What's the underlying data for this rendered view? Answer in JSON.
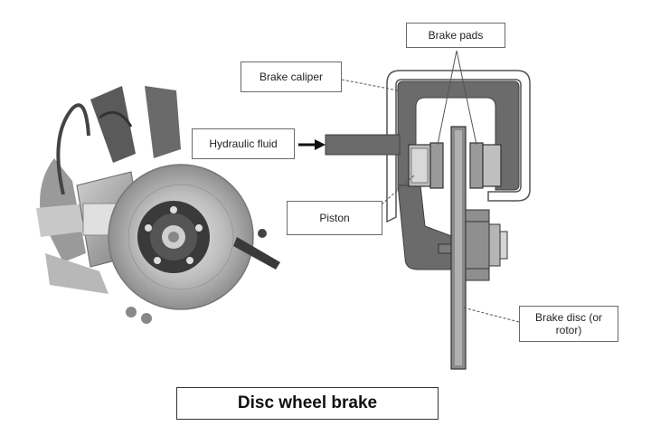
{
  "labels": {
    "brake_pads": "Brake pads",
    "brake_caliper": "Brake caliper",
    "hydraulic_fluid": "Hydraulic fluid",
    "piston": "Piston",
    "brake_disc": "Brake disc (or rotor)"
  },
  "title": "Disc wheel brake",
  "colors": {
    "caliper_fill": "#6b6b6b",
    "caliper_dark": "#3f3f3f",
    "disc_fill": "#8a8a8a",
    "leader_line": "#555555"
  },
  "icons": [
    "brake-assembly-photo-icon",
    "arrow-right-icon"
  ]
}
